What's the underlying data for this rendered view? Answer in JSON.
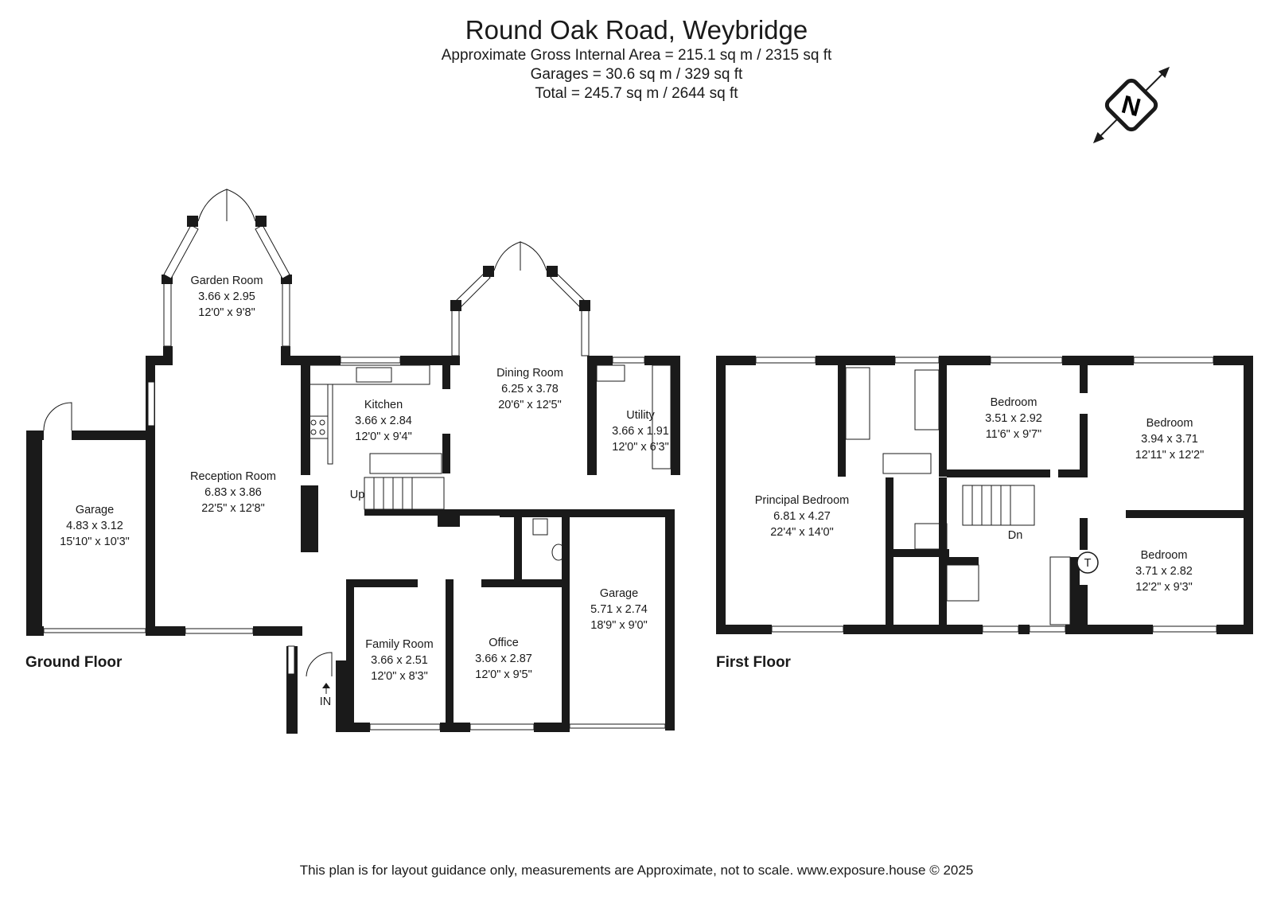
{
  "header": {
    "title": "Round Oak Road, Weybridge",
    "line1": "Approximate Gross Internal Area = 215.1 sq m / 2315 sq ft",
    "line2": "Garages = 30.6 sq m / 329 sq ft",
    "line3": "Total = 245.7 sq m / 2644 sq ft"
  },
  "compass": {
    "label": "N"
  },
  "floors": {
    "ground": "Ground Floor",
    "first": "First Floor"
  },
  "rooms": {
    "garden_room": {
      "name": "Garden Room",
      "metric": "3.66 x 2.95",
      "imperial": "12'0\" x 9'8\""
    },
    "dining_room": {
      "name": "Dining Room",
      "metric": "6.25 x 3.78",
      "imperial": "20'6\" x 12'5\""
    },
    "kitchen": {
      "name": "Kitchen",
      "metric": "3.66 x 2.84",
      "imperial": "12'0\" x 9'4\""
    },
    "utility": {
      "name": "Utility",
      "metric": "3.66 x 1.91",
      "imperial": "12'0\" x 6'3\""
    },
    "reception_room": {
      "name": "Reception Room",
      "metric": "6.83 x 3.86",
      "imperial": "22'5\" x 12'8\""
    },
    "garage_left": {
      "name": "Garage",
      "metric": "4.83 x 3.12",
      "imperial": "15'10\" x 10'3\""
    },
    "garage_right": {
      "name": "Garage",
      "metric": "5.71 x 2.74",
      "imperial": "18'9\" x 9'0\""
    },
    "family_room": {
      "name": "Family Room",
      "metric": "3.66 x 2.51",
      "imperial": "12'0\" x 8'3\""
    },
    "office": {
      "name": "Office",
      "metric": "3.66 x 2.87",
      "imperial": "12'0\" x 9'5\""
    },
    "principal_bedroom": {
      "name": "Principal Bedroom",
      "metric": "6.81 x 4.27",
      "imperial": "22'4\" x 14'0\""
    },
    "bedroom_a": {
      "name": "Bedroom",
      "metric": "3.51 x 2.92",
      "imperial": "11'6\" x 9'7\""
    },
    "bedroom_b": {
      "name": "Bedroom",
      "metric": "3.94 x 3.71",
      "imperial": "12'11\" x 12'2\""
    },
    "bedroom_c": {
      "name": "Bedroom",
      "metric": "3.71 x 2.82",
      "imperial": "12'2\" x 9'3\""
    }
  },
  "markers": {
    "up": "Up",
    "down": "Dn",
    "entrance": "IN",
    "tank": "T"
  },
  "footer": "This plan is for layout guidance only, measurements are Approximate, not to scale. www.exposure.house © 2025"
}
